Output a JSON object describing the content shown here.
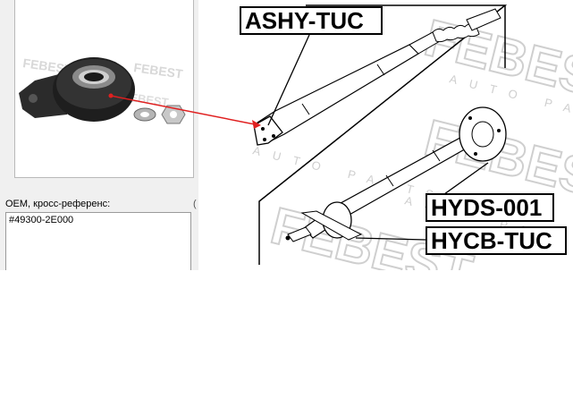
{
  "catalog": {
    "oem_label": "OEM, кросс-референс:",
    "oem_label_cut": "(",
    "oem_value": "#49300-2E000",
    "photo_watermark": "FEBEST"
  },
  "diagram": {
    "parts": [
      {
        "code": "ASHY-TUC"
      },
      {
        "code": "HYDS-001"
      },
      {
        "code": "HYCB-TUC"
      }
    ],
    "watermark": "FEBEST",
    "watermark_sub": "AUTO PARTS",
    "colors": {
      "leader_arrow": "#e02020",
      "line": "#000000",
      "watermark": "#d0d0d0"
    }
  }
}
